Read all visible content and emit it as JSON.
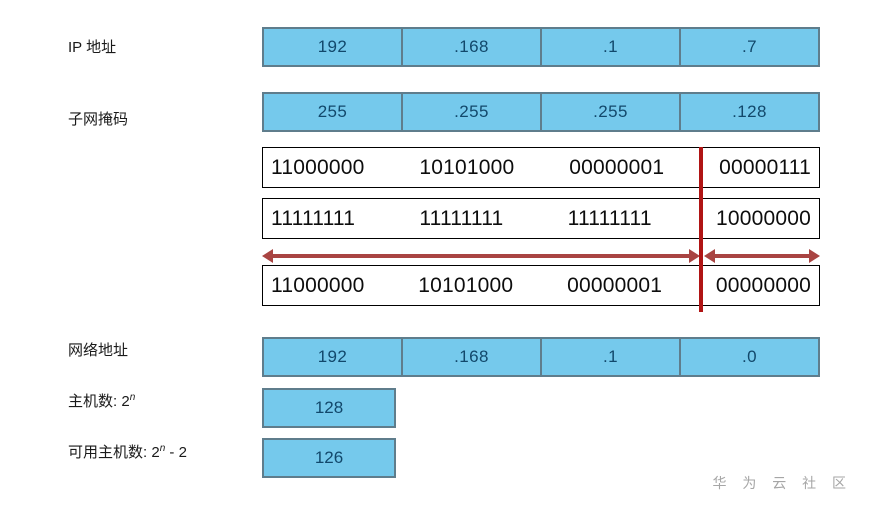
{
  "diagram": {
    "title": "IP address / subnet mask breakdown",
    "colors": {
      "cell_fill": "#75c9ec",
      "cell_border": "#5f7d8c",
      "cell_text": "#12486b",
      "binary_text": "#0d0d0d",
      "divider_red": "#b01414",
      "arrow_red": "#a94442",
      "watermark": "#a6a6a6"
    },
    "rows": {
      "ip": {
        "label": "IP 地址",
        "octets": [
          "192",
          ".168",
          ".1",
          ".7"
        ]
      },
      "mask": {
        "label": "子网掩码",
        "octets": [
          "255",
          ".255",
          ".255",
          ".128"
        ]
      },
      "network": {
        "label": "网络地址",
        "octets": [
          "192",
          ".168",
          ".1",
          ".0"
        ]
      },
      "hosts": {
        "label_prefix": "主机数: 2",
        "label_exponent": "n",
        "label_suffix": "",
        "value": "128"
      },
      "usable_hosts": {
        "label_prefix": "可用主机数: 2",
        "label_exponent": "n",
        "label_suffix": " - 2",
        "value": "126"
      }
    },
    "binary_rows": [
      {
        "name": "ip-binary",
        "octets": [
          "11000000",
          "10101000",
          "00000001",
          "00000111"
        ]
      },
      {
        "name": "mask-binary",
        "octets": [
          "11111111",
          "11111111",
          "11111111",
          "10000000"
        ]
      },
      {
        "name": "network-binary",
        "octets": [
          "11000000",
          "10101000",
          "00000001",
          "00000000"
        ]
      }
    ],
    "arrows": {
      "network_portion": "network-bits-span",
      "host_portion": "host-bits-span"
    },
    "watermark": "华 为 云 社 区"
  }
}
